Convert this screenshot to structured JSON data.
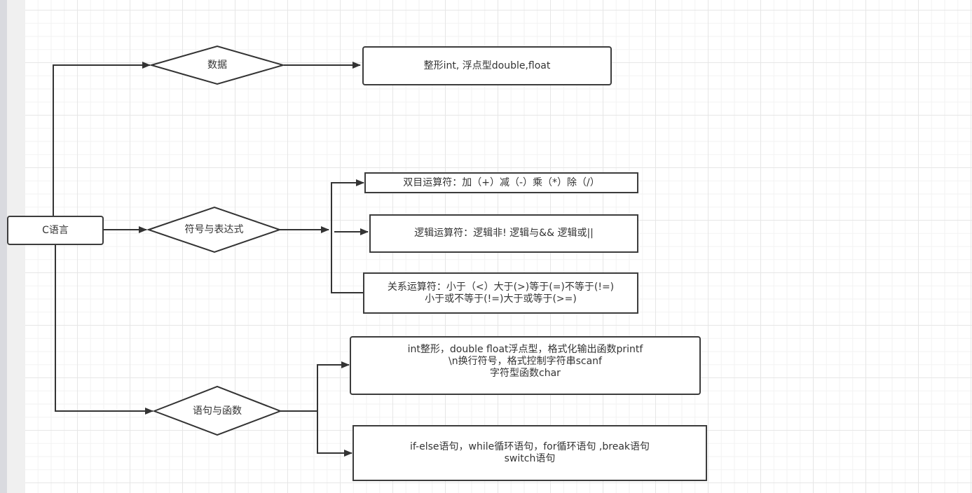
{
  "diagram": {
    "title": "C语言",
    "root": {
      "label": "C语言"
    },
    "categories": [
      {
        "id": "data",
        "label": "数据"
      },
      {
        "id": "symbols",
        "label": "符号与表达式"
      },
      {
        "id": "statements",
        "label": "语句与函数"
      }
    ],
    "details": {
      "data": [
        "整形int, 浮点型double,float"
      ],
      "symbols": [
        "双目运算符：加（+）减（-）乘（*）除（/）",
        "逻辑运算符：逻辑非! 逻辑与&&  逻辑或||",
        "关系运算符：小于（<）大于(>)等于(=)不等于(!=)\n小于或不等于(!=)大于或等于(>=)"
      ],
      "statements": [
        "int整形，double  float浮点型，格式化输出函数printf\n\\n换行符号，格式控制字符串scanf\n字符型函数char",
        "if-else语句，while循环语句，for循环语句 ,break语句\nswitch语句"
      ]
    },
    "colors": {
      "stroke": "#3c3c3c",
      "text": "#333333",
      "node_fill": "#ffffff",
      "grid_major": "#e6e6e6",
      "grid_minor": "#f2f2f2"
    }
  }
}
